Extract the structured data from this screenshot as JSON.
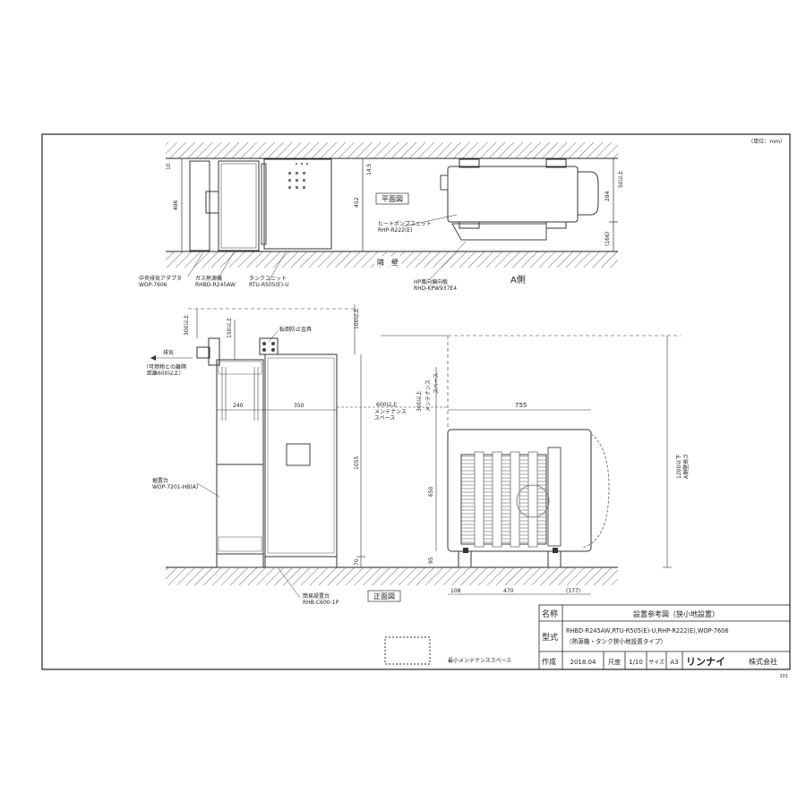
{
  "unit_note": "（単位：mm）",
  "plan": {
    "label": "平面図",
    "wall_label": "隣　壁",
    "side_label": "A側",
    "dims": {
      "d10": "10",
      "d486": "486",
      "d452": "452",
      "d14_5": "14.5",
      "d284": "284",
      "d50": "50以上",
      "d166": "(166)"
    },
    "callouts": {
      "adapter": [
        "中央排気アダプタ",
        "WOP-7606"
      ],
      "boiler": [
        "ガス熱源機",
        "RHBD-R245AW"
      ],
      "tank": [
        "タンクユニット",
        "RTU-R505(E)-U"
      ],
      "heatpump": [
        "ヒートポンプユニット",
        "RHP-R222(E)"
      ],
      "plate": [
        "HP風向偏向板",
        "RHD-KPW937E4"
      ]
    }
  },
  "front": {
    "label": "正面図",
    "dims": {
      "d300": "300以上",
      "d150": "150以上",
      "d100": "100以上",
      "d240": "240",
      "d350": "350",
      "d1055": "1055",
      "d70": "70",
      "d600": "600以上",
      "maint": "メンテナンス",
      "space": "スペース"
    },
    "exhaust": [
      "排気",
      "（可燃物との離隔",
      "距離600以上）"
    ],
    "stopper": "転倒防止金具",
    "stand": [
      "据置台",
      "WOP-7201-HB(A)"
    ],
    "base": [
      "簡易設置台",
      "RHB-C600-1P"
    ],
    "hp_dims": {
      "d755": "755",
      "d300": "300以上",
      "maint": "メンテナンス",
      "space": "スペース",
      "d650": "650",
      "d95": "95",
      "d108": "108",
      "d470": "470",
      "d177": "(177)",
      "d1200": "1200以下",
      "d1200b": "A側壁高さ"
    }
  },
  "legend": {
    "label": "最小メンテナンススペース"
  },
  "title_block": {
    "name_label": "名称",
    "name_value": "設置参考図（狭小地設置）",
    "model_label": "型式",
    "model_line1": "RHBD-R245AW,RTU-R505(E)-U,RHP-R222(E),WOP-7606",
    "model_line2": "（熱源機・タンク狭小地設置タイプ）",
    "date_label": "作成",
    "date_value": "2018.04",
    "scale_label": "尺度",
    "scale_value": "1/10",
    "size_label": "サイズ",
    "size_value": "A3",
    "company": "リンナイ",
    "company_suffix": "株式会社",
    "page_no": "101"
  }
}
